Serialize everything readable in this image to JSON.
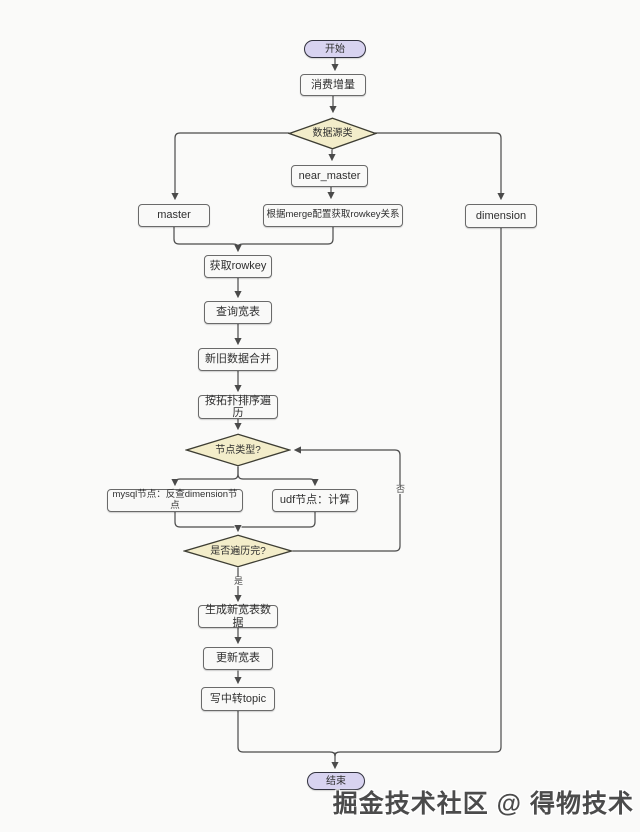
{
  "watermark": "掘金技术社区 @ 得物技术",
  "colors": {
    "background": "#fafaf9",
    "process_fill": "#f9f9f8",
    "process_border": "#6a6a6a",
    "decision_fill": "#f3edca",
    "decision_border": "#3d3d33",
    "terminal_fill": "#d8d3f0",
    "terminal_border": "#32323f",
    "line": "#4a4a4a"
  },
  "nodes": {
    "start": {
      "label": "开始",
      "type": "terminal"
    },
    "consume": {
      "label": "消费增量",
      "type": "process"
    },
    "source_type": {
      "label": "数据源类",
      "type": "decision"
    },
    "near_master": {
      "label": "near_master",
      "type": "process"
    },
    "master": {
      "label": "master",
      "type": "process"
    },
    "merge_config": {
      "label": "根据merge配置获取rowkey关系",
      "type": "process"
    },
    "dimension": {
      "label": "dimension",
      "type": "process"
    },
    "get_rowkey": {
      "label": "获取rowkey",
      "type": "process"
    },
    "query_table": {
      "label": "查询宽表",
      "type": "process"
    },
    "merge_data": {
      "label": "新旧数据合并",
      "type": "process"
    },
    "topo_sort": {
      "label": "按拓扑排序遍历",
      "type": "process"
    },
    "node_type": {
      "label": "节点类型?",
      "type": "decision"
    },
    "mysql_node": {
      "label": "mysql节点：反查dimension节点",
      "type": "process"
    },
    "udf_node": {
      "label": "udf节点：计算",
      "type": "process"
    },
    "traverse_done": {
      "label": "是否遍历完?",
      "type": "decision"
    },
    "gen_table": {
      "label": "生成新宽表数据",
      "type": "process"
    },
    "update_table": {
      "label": "更新宽表",
      "type": "process"
    },
    "write_topic": {
      "label": "写中转topic",
      "type": "process"
    },
    "end": {
      "label": "结束",
      "type": "terminal"
    }
  },
  "edge_labels": {
    "yes": "是",
    "no": "否"
  }
}
